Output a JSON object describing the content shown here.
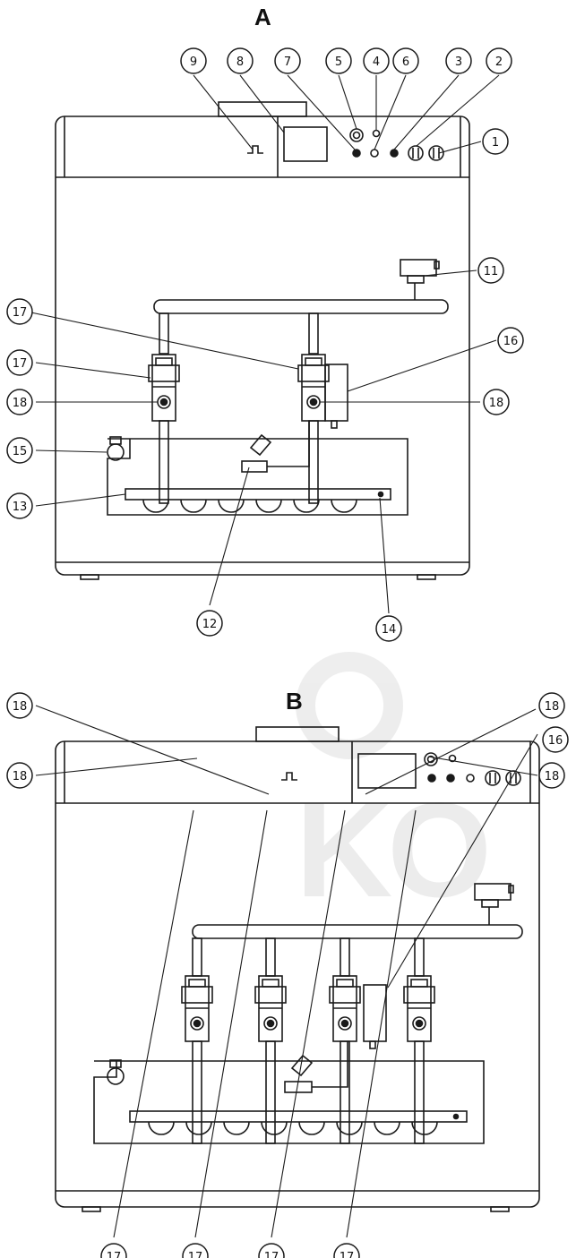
{
  "views": {
    "a": {
      "title": "A"
    },
    "b": {
      "title": "B"
    }
  },
  "watermark": "KO",
  "callouts_a": [
    "9",
    "8",
    "7",
    "5",
    "4",
    "6",
    "3",
    "2",
    "1",
    "11",
    "17",
    "17",
    "16",
    "18",
    "18",
    "15",
    "13",
    "12",
    "14"
  ],
  "callouts_b": [
    "16",
    "18",
    "18",
    "18",
    "18",
    "17",
    "17",
    "17",
    "17"
  ],
  "colors": {
    "line": "#1a1a1a",
    "background": "#ffffff",
    "watermark": "#dddddd"
  }
}
